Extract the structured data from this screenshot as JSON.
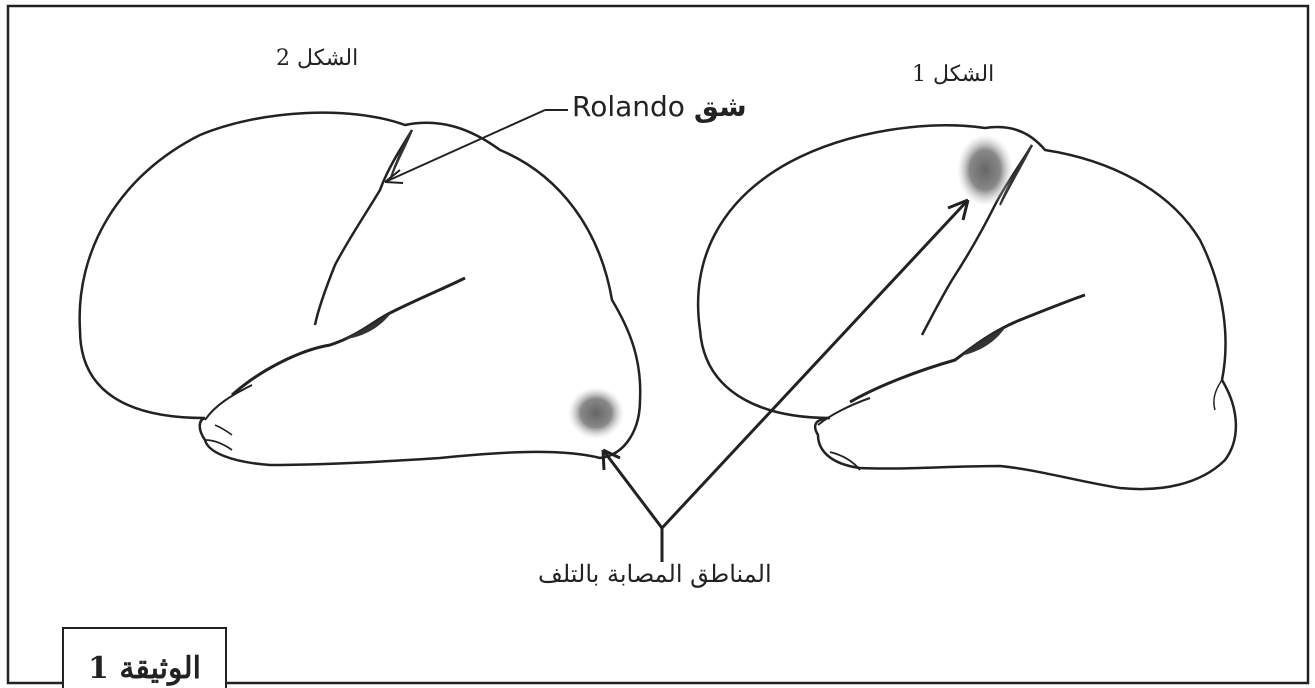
{
  "figure_2_label": "الشكل 2",
  "figure_1_label": "الشكل 1",
  "rolando_label": {
    "arabic": "شق",
    "latin": "Rolando"
  },
  "damaged_areas_label": "المناطق المصابة بالتلف",
  "document_label": "الوثيقة 1",
  "colors": {
    "line": "#222222",
    "damage": "#7a7a7a",
    "background": "#ffffff"
  }
}
